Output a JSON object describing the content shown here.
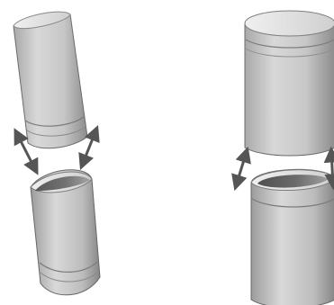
{
  "figure": {
    "panels": [
      {
        "id": "angled-pipe-panel",
        "parts": [
          "upper-pipe-section",
          "lower-pipe-section"
        ],
        "arrows": [
          "left-double-arrow-icon",
          "right-double-arrow-icon"
        ]
      },
      {
        "id": "straight-pipe-panel",
        "parts": [
          "upper-pipe-section",
          "lower-pipe-section"
        ],
        "arrows": [
          "left-double-arrow-icon",
          "right-double-arrow-icon"
        ]
      }
    ]
  },
  "colors": {
    "background": "#ffffff",
    "pipe_light": "#d6d6d6",
    "pipe_mid": "#b5b5b5",
    "pipe_dark": "#8d8d8d",
    "pipe_shadow": "#6c6c6c",
    "inner_dark": "#4a4a4a",
    "arrow": "#555555"
  }
}
